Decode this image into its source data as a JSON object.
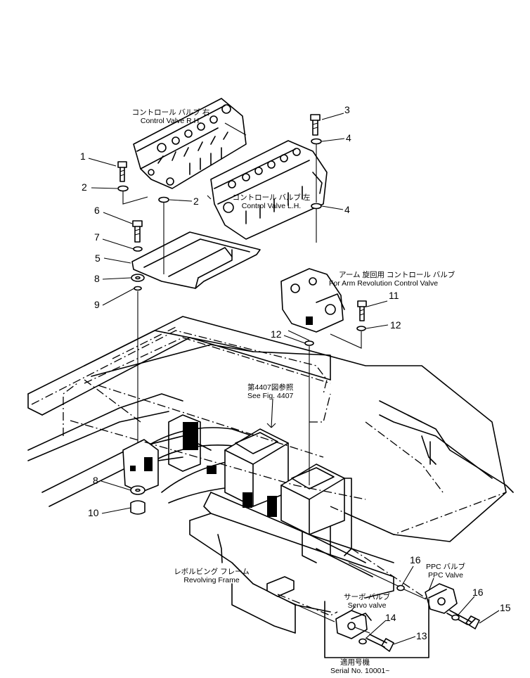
{
  "callouts": [
    "1",
    "2",
    "2",
    "3",
    "4",
    "4",
    "5",
    "6",
    "7",
    "8",
    "8",
    "9",
    "10",
    "11",
    "12",
    "12",
    "13",
    "14",
    "15",
    "16",
    "16"
  ],
  "labels": {
    "cv_rh_jp": "コントロール バルブ 右",
    "cv_rh_en": "Control Valve R.H.",
    "cv_lh_jp": "コントロール バルブ 左",
    "cv_lh_en": "Control Valve L.H.",
    "arm_jp": "アーム 旋回用 コントロール バルブ",
    "arm_en": "For Arm Revolution Control Valve",
    "fig_jp": "第4407図参照",
    "fig_en": "See Fig. 4407",
    "frame_jp": "レボルビング フレーム",
    "frame_en": "Revolving Frame",
    "ppc_jp": "PPC バルブ",
    "ppc_en": "PPC Valve",
    "servo_jp": "サーボ バルブ",
    "servo_en": "Servo valve",
    "serial_jp": "適用号機",
    "serial_en": "Serial No. 10001~"
  }
}
